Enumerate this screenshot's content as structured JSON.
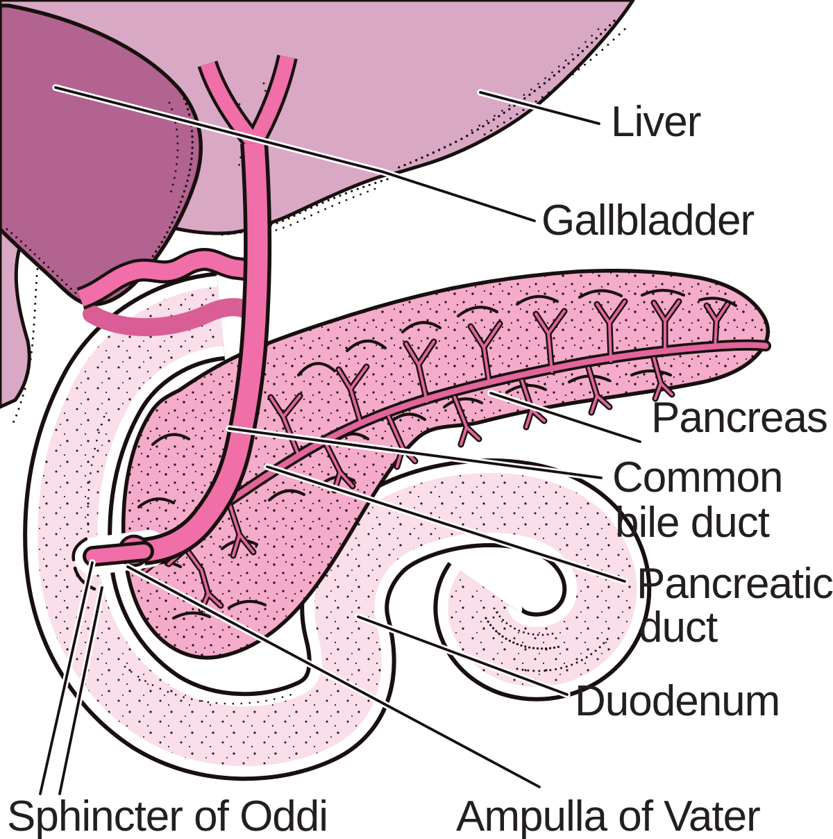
{
  "diagram": {
    "type": "medical-anatomy-illustration",
    "subject": "Liver, gallbladder, pancreas and biliary tract",
    "labels": {
      "liver": "Liver",
      "gallbladder": "Gallbladder",
      "pancreas": "Pancreas",
      "common_bile_duct": {
        "line1": "Common",
        "line2": "bile duct"
      },
      "pancreatic_duct": {
        "line1": "Pancreatic",
        "line2": "duct"
      },
      "duodenum": "Duodenum",
      "sphincter_of_oddi": "Sphincter of Oddi",
      "ampulla_of_vater": "Ampulla of Vater"
    },
    "colors": {
      "background": "#ffffff",
      "outline": "#17100e",
      "label_text": "#231f20",
      "liver": "#d9a8c4",
      "gallbladder": "#b26390",
      "bile_duct": "#f06fa8",
      "duct_shadow": "#d95e96",
      "pancreas": "#f5abca",
      "pancreatic_duct": "#e2659c",
      "duodenum": "#fadee9"
    }
  }
}
